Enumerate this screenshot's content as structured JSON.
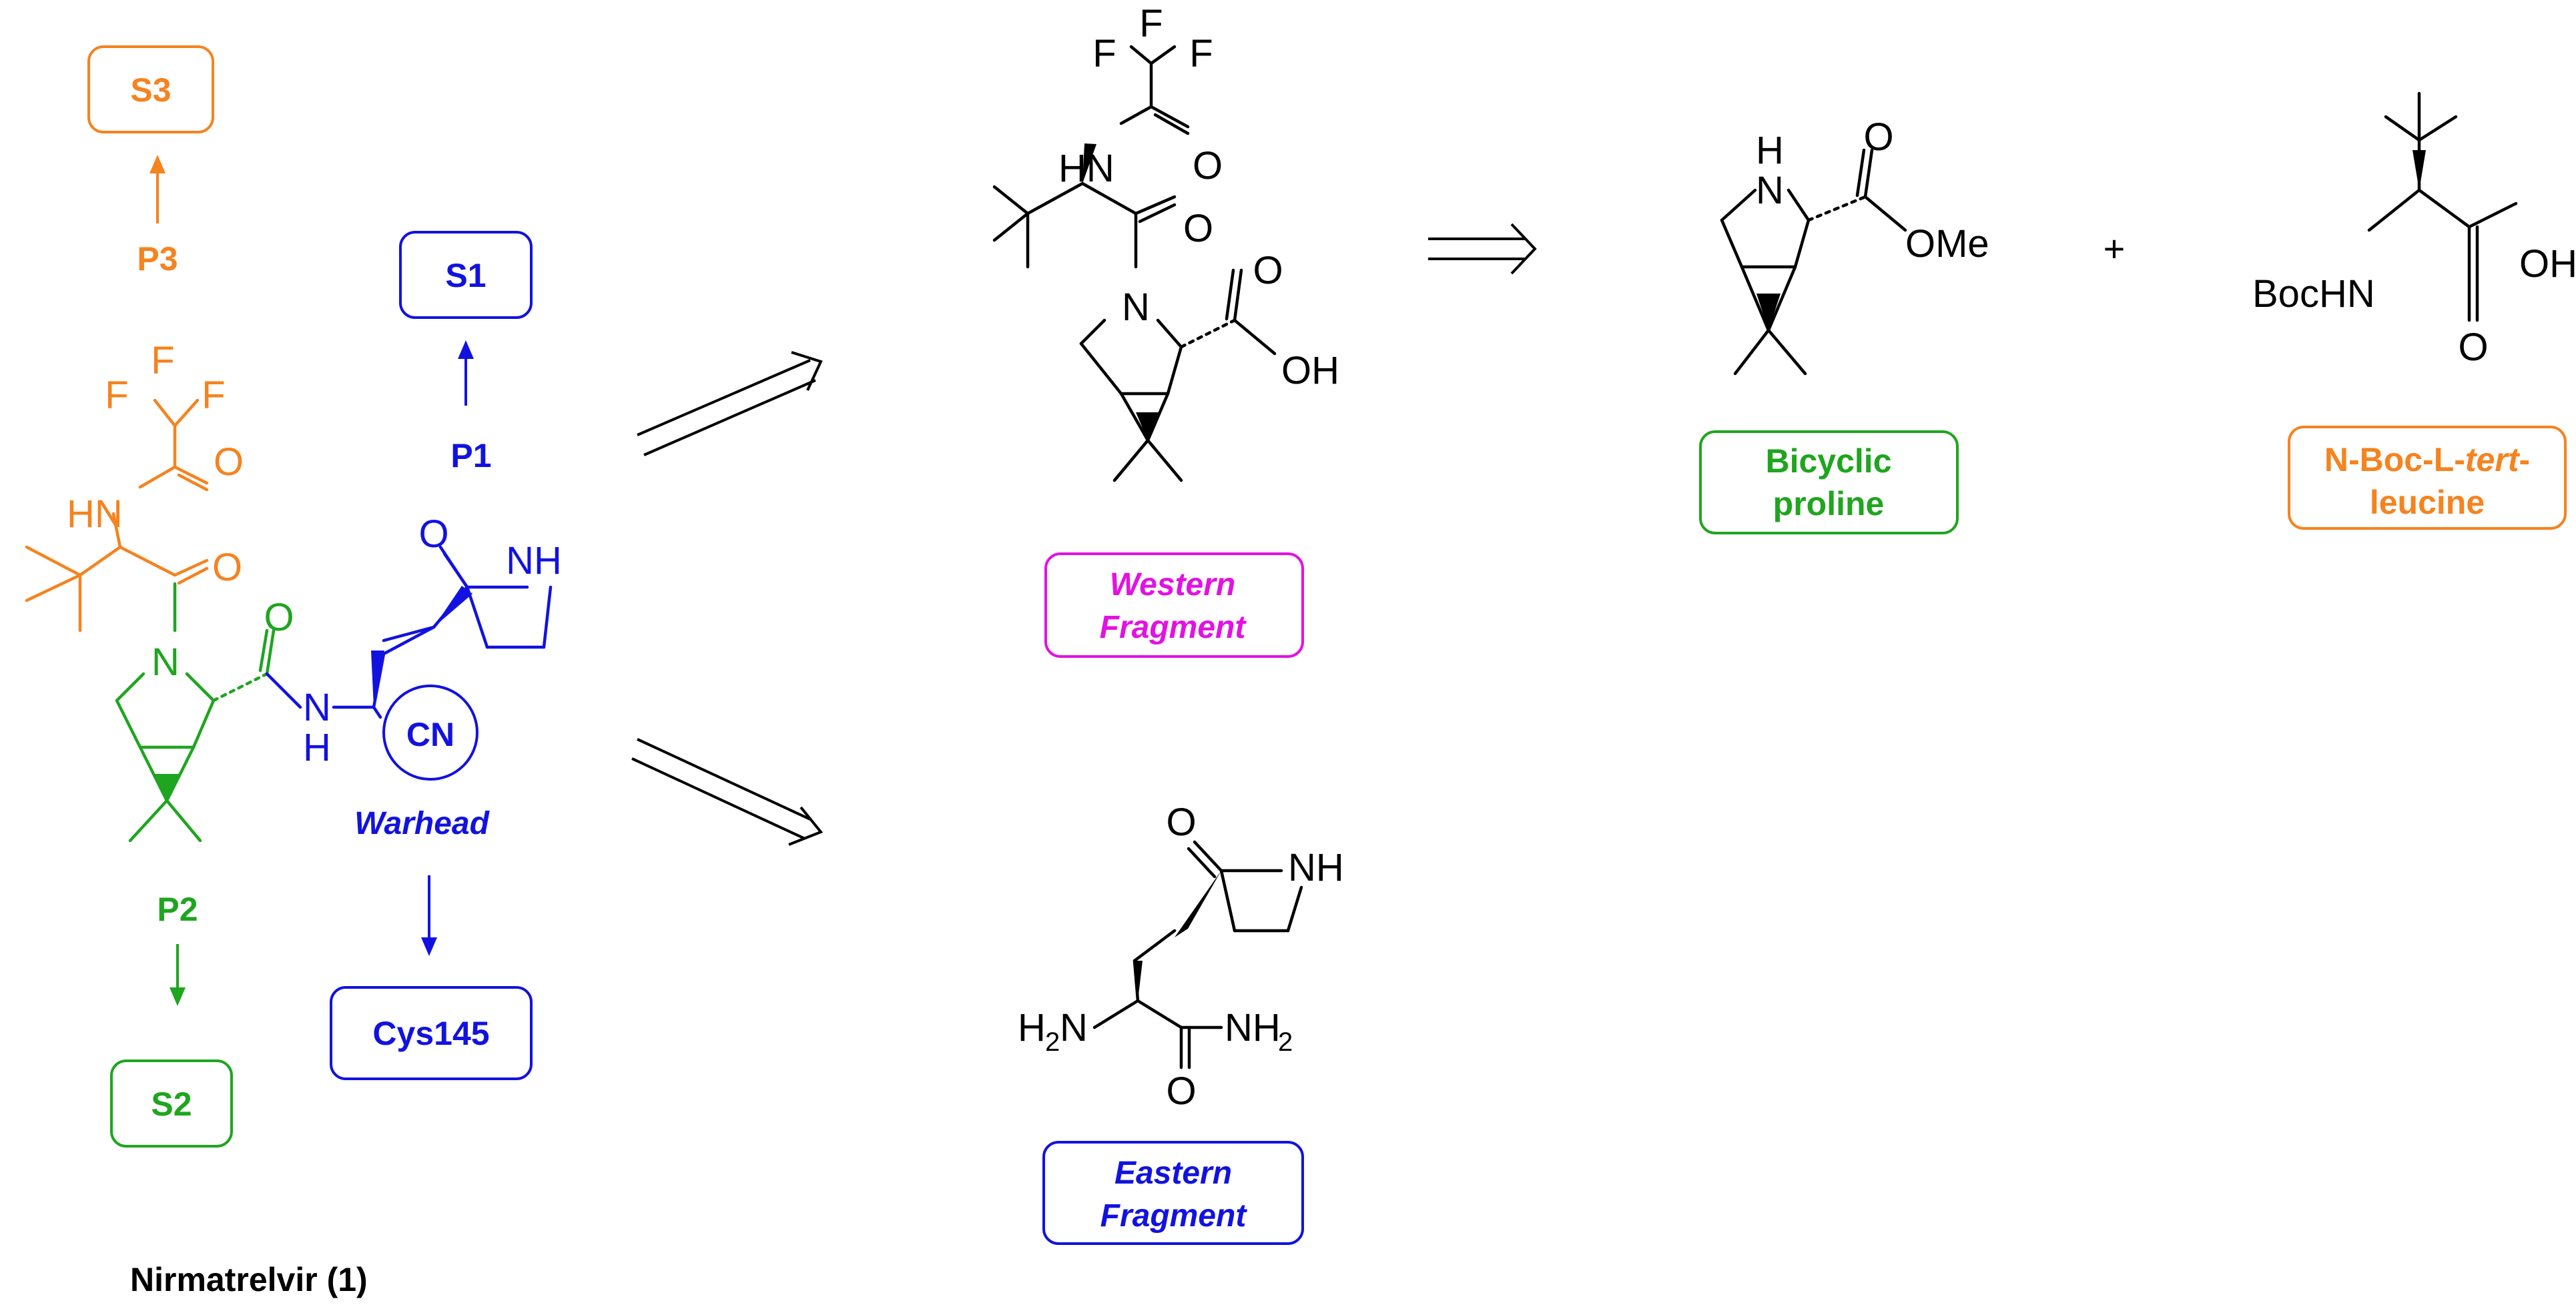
{
  "colors": {
    "orange": "#f5831f",
    "green": "#1fa51f",
    "blue": "#1212e0",
    "magenta": "#e212e2",
    "black": "#000000"
  },
  "nirmatrelvir": {
    "title": "Nirmatrelvir (1)",
    "labels": {
      "s3": "S3",
      "p3": "P3",
      "s1": "S1",
      "p1": "P1",
      "p2": "P2",
      "s2": "S2",
      "warhead": "Warhead",
      "cys": "Cys145"
    },
    "atoms": {
      "f": "F",
      "hn": "HN",
      "n": "N",
      "o": "O",
      "nh": "NH",
      "h": "H",
      "cn": "CN"
    }
  },
  "western": {
    "label_line1": "Western",
    "label_line2": "Fragment",
    "atoms": {
      "f": "F",
      "hn": "HN",
      "o": "O",
      "n": "N",
      "oh": "OH"
    }
  },
  "eastern": {
    "label_line1": "Eastern",
    "label_line2": "Fragment",
    "atoms": {
      "o": "O",
      "nh": "NH",
      "h2n_main": "H",
      "h2n_sub": "2",
      "h2n_n": "N",
      "nh2_n": "NH",
      "nh2_sub": "2"
    }
  },
  "bicyclic": {
    "label_line1": "Bicyclic",
    "label_line2": "proline",
    "atoms": {
      "h": "H",
      "n": "N",
      "o": "O",
      "ome": "OMe"
    }
  },
  "boc": {
    "label_prefix": "N-Boc-L-",
    "label_italic": "tert",
    "label_suffix": "-",
    "label_line2": "leucine",
    "atoms": {
      "bochn": "BocHN",
      "oh": "OH",
      "o": "O"
    }
  },
  "plus": "+"
}
